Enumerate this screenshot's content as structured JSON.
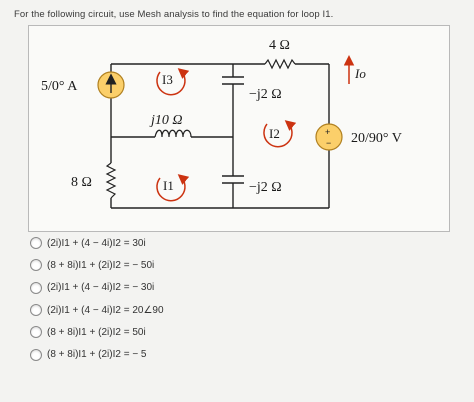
{
  "question": "For the following circuit, use Mesh analysis to find the equation for loop I1.",
  "circuit": {
    "labels": {
      "r_top": "4 Ω",
      "current_source": "5/0° A",
      "i3": "I3",
      "cap_top": "−j2 Ω",
      "io": "Io",
      "inductor": "j10 Ω",
      "i2": "I2",
      "voltage_source": "20/90° V",
      "r_left": "8 Ω",
      "i1": "I1",
      "cap_bottom": "−j2 Ω"
    }
  },
  "options": [
    {
      "label": "(2i)I1 + (4 − 4i)I2 = 30i"
    },
    {
      "label": "(8 + 8i)I1 + (2i)I2 = − 50i"
    },
    {
      "label": "(2i)I1 + (4 − 4i)I2 = − 30i"
    },
    {
      "label": "(2i)I1 + (4 − 4i)I2 = 20∠90"
    },
    {
      "label": "(8 + 8i)I1 + (2i)I2 = 50i"
    },
    {
      "label": "(8 + 8i)I1 + (2i)I2 = − 5"
    }
  ],
  "colors": {
    "accent": "#e8a020",
    "arrow": "#cc3311",
    "wire": "#222222"
  }
}
